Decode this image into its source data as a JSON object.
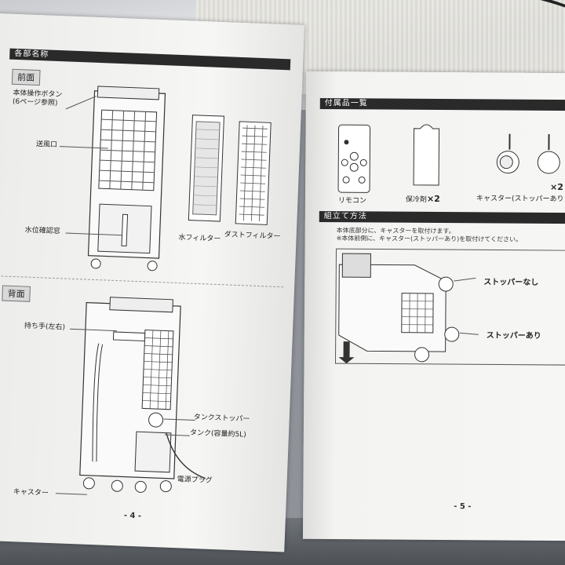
{
  "left_page": {
    "section_title": "各部名称",
    "front": {
      "label": "前面",
      "callouts": [
        "本体操作ボタン\n(6ページ参照)",
        "送風口",
        "水位確認窓",
        "水フィルター",
        "ダストフィルター"
      ]
    },
    "back": {
      "label": "背面",
      "callouts": [
        "持ち手(左右)",
        "タンクストッパー",
        "タンク(容量約5L)",
        "電源プラグ",
        "キャスター"
      ]
    },
    "page_number": "- 4 -"
  },
  "right_page": {
    "accessories": {
      "title": "付属品一覧",
      "items": [
        {
          "label": "リモコン"
        },
        {
          "label": "保冷剤",
          "qty": "×2"
        },
        {
          "label": "キャスター(ストッパーあり・",
          "qty": "×2"
        }
      ]
    },
    "assembly": {
      "title": "組立て方法",
      "steps": [
        "本体底部分に、キャスターを取付けます。",
        "※本体前側に、キャスター(ストッパーあり)を取付けてください。"
      ],
      "callouts": [
        "ストッパーなし",
        "ストッパーあり"
      ]
    },
    "page_number": "- 5 -"
  }
}
